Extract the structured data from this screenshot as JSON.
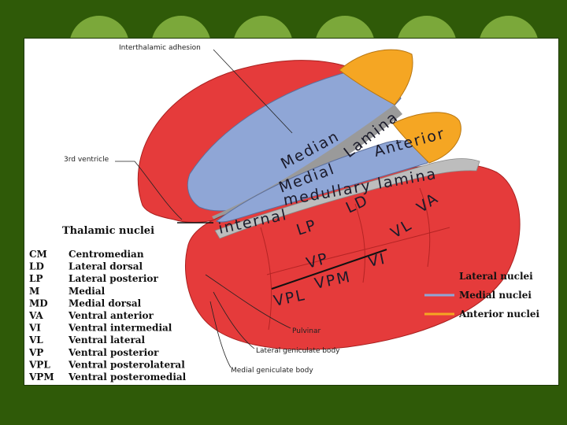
{
  "colors": {
    "background": "#2f5a08",
    "circle": "#7ba83a",
    "lateral": "#e53b3b",
    "medial": "#8fa6d6",
    "anterior": "#f5a623"
  },
  "callouts": {
    "interthalamic": "Interthalamic adhesion",
    "third_ventricle": "3rd ventricle",
    "pulvinar": "Pulvinar",
    "lateral_geniculate": "Lateral geniculate body",
    "medial_geniculate": "Medial geniculate body"
  },
  "regions": {
    "median": "Median",
    "lamina": "Lamina",
    "anterior": "Anterior",
    "medial": "Medial",
    "medullary": "medullary lamina",
    "internal": "internal",
    "LD": "LD",
    "VA": "VA",
    "LP": "LP",
    "VL": "VL",
    "VP": "VP",
    "VI": "VI",
    "VPM": "VPM",
    "VPL": "VPL"
  },
  "key": {
    "title": "Thalamic nuclei",
    "items": [
      {
        "abbr": "CM",
        "name": "Centromedian"
      },
      {
        "abbr": "LD",
        "name": "Lateral dorsal"
      },
      {
        "abbr": "LP",
        "name": "Lateral posterior"
      },
      {
        "abbr": "M",
        "name": "Medial"
      },
      {
        "abbr": "MD",
        "name": "Medial dorsal"
      },
      {
        "abbr": "VA",
        "name": "Ventral anterior"
      },
      {
        "abbr": "VI",
        "name": "Ventral intermedial"
      },
      {
        "abbr": "VL",
        "name": "Ventral lateral"
      },
      {
        "abbr": "VP",
        "name": "Ventral posterior"
      },
      {
        "abbr": "VPL",
        "name": "Ventral posterolateral"
      },
      {
        "abbr": "VPM",
        "name": "Ventral posteromedial"
      }
    ]
  },
  "legend": [
    {
      "label": "Lateral nuclei",
      "color": "#e53b3b"
    },
    {
      "label": "Medial nuclei",
      "color": "#8fa6d6"
    },
    {
      "label": "Anterior nuclei",
      "color": "#f5a623"
    }
  ]
}
